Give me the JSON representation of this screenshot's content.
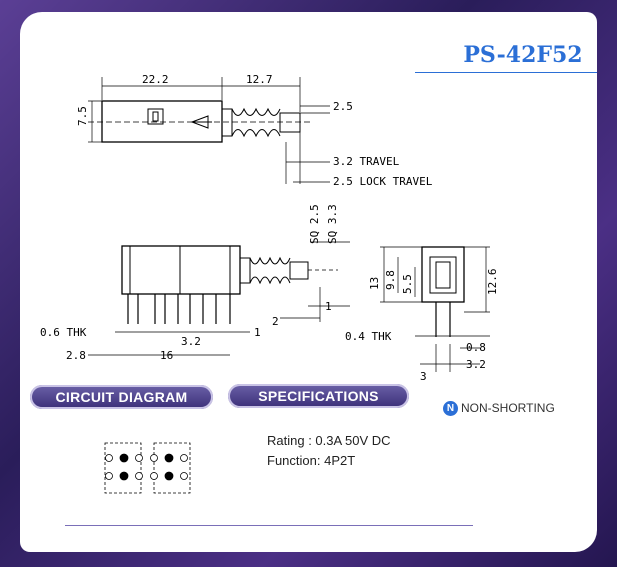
{
  "title": "PS-42F52",
  "top_view": {
    "dims": [
      "22.2",
      "12.7",
      "2.5",
      "7.5",
      "3.2 TRAVEL",
      "2.5 LOCK TRAVEL"
    ]
  },
  "side_view": {
    "dims": [
      "SQ 2.5",
      "SQ 3.3",
      "0.6 THK",
      "3.2",
      "1",
      "2",
      "1",
      "2.8",
      "16"
    ]
  },
  "end_view": {
    "dims": [
      "13",
      "9.8",
      "5.5",
      "12.6",
      "0.4 THK",
      "0.8",
      "3",
      "3.2"
    ]
  },
  "sections": {
    "circuit": "CIRCUIT DIAGRAM",
    "specs": "SPECIFICATIONS"
  },
  "non_shorting": {
    "icon_letter": "N",
    "label": "NON-SHORTING"
  },
  "specifications": {
    "rating": "Rating : 0.3A 50V DC",
    "function": "Function: 4P2T"
  },
  "colors": {
    "title": "#2b6fd6",
    "pill": "#4a3f8a"
  }
}
